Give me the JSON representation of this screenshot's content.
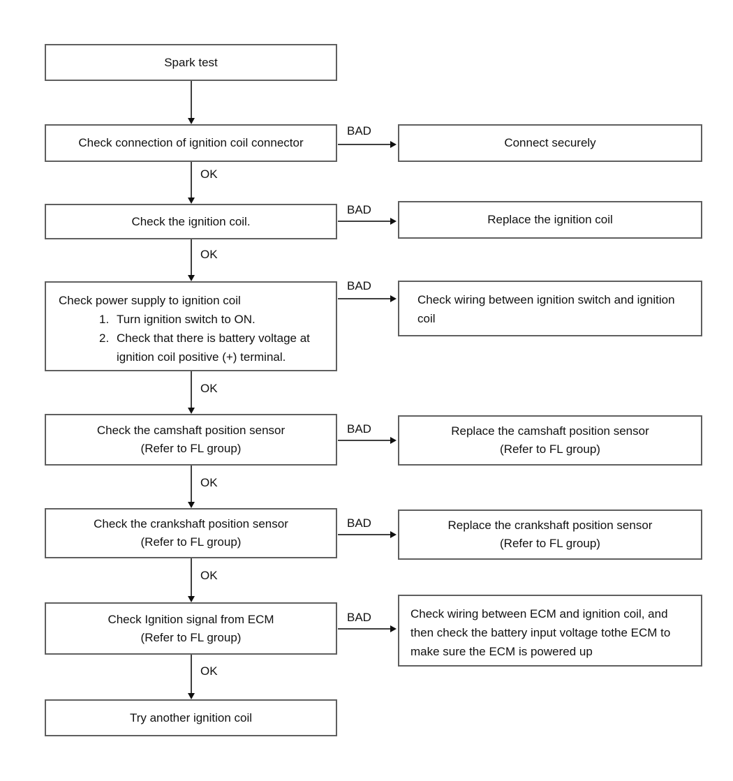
{
  "labels": {
    "ok": "OK",
    "bad": "BAD"
  },
  "nodes": {
    "spark_test": {
      "text": "Spark test"
    },
    "check_connection": {
      "text": "Check connection of ignition coil connector"
    },
    "connect_securely": {
      "text": "Connect securely"
    },
    "check_coil": {
      "text": "Check the ignition coil."
    },
    "replace_coil": {
      "text": "Replace the ignition coil"
    },
    "check_power": {
      "title": "Check power supply to ignition coil",
      "items": [
        {
          "num": "1.",
          "text": "Turn ignition switch to ON."
        },
        {
          "num": "2.",
          "text": "Check that there is battery voltage at ignition coil positive (+) terminal."
        }
      ]
    },
    "check_wiring_switch": {
      "text": "Check wiring between ignition switch and ignition coil"
    },
    "check_camshaft": {
      "text": "Check the camshaft position sensor\n(Refer to FL group)"
    },
    "replace_camshaft": {
      "text": "Replace the camshaft position sensor\n(Refer to FL group)"
    },
    "check_crankshaft": {
      "text": "Check the crankshaft position sensor\n(Refer to FL group)"
    },
    "replace_crankshaft": {
      "text": "Replace the crankshaft position sensor\n(Refer to FL group)"
    },
    "check_ecm_signal": {
      "text": "Check Ignition signal from ECM\n(Refer to FL group)"
    },
    "check_wiring_ecm": {
      "text": "Check wiring between ECM and ignition coil, and then check the battery input voltage tothe ECM to make sure the ECM is powered up"
    },
    "try_another": {
      "text": "Try another ignition coil"
    }
  }
}
